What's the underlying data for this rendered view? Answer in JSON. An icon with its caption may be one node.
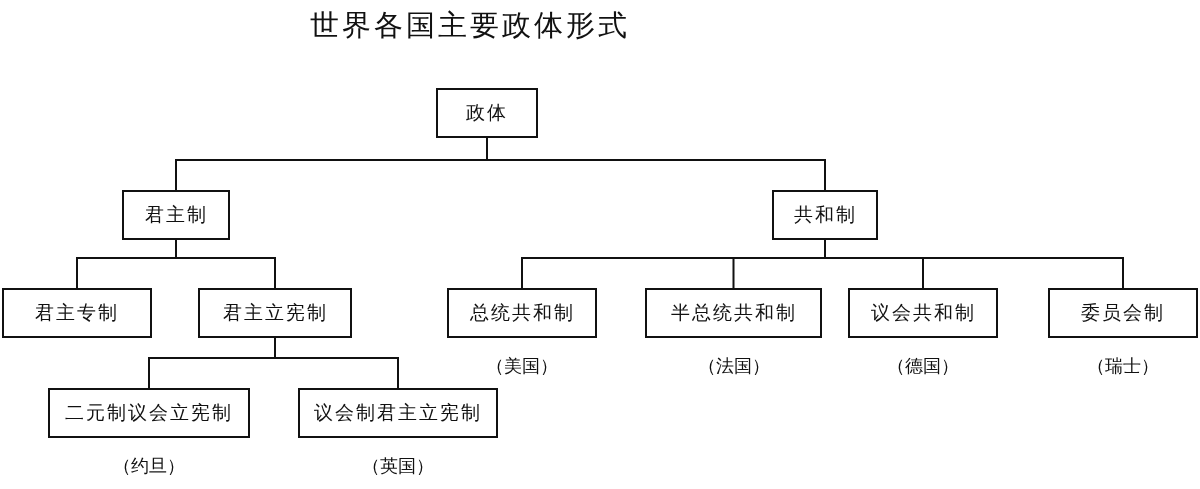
{
  "diagram": {
    "title": "世界各国主要政体形式",
    "nodes": [
      {
        "text": [
          "政体"
        ]
      },
      {
        "text": [
          "君主制"
        ]
      },
      {
        "text": [
          "共和制"
        ]
      },
      {
        "text": [
          "君主专制"
        ]
      },
      {
        "text": [
          "君主立宪制"
        ]
      },
      {
        "text": [
          "二元制议会立宪制"
        ],
        "beside": [
          "（约旦）"
        ]
      },
      {
        "text": [
          "议会制君主立宪制"
        ],
        "beside": [
          "（英国）"
        ]
      },
      {
        "text": [
          "总统共和制"
        ],
        "beside": [
          "（美国）"
        ]
      },
      {
        "text": [
          "半总统共和制"
        ],
        "beside": [
          "（法国）"
        ]
      },
      {
        "text": [
          "议会共和制"
        ],
        "beside": [
          "（德国）"
        ]
      },
      {
        "text": [
          "委员会制"
        ],
        "beside": [
          "（瑞士）"
        ]
      }
    ],
    "edges": [
      {
        "from": 0,
        "to": 1,
        "arrow": "none"
      },
      {
        "from": 0,
        "to": 2,
        "arrow": "none"
      },
      {
        "from": 1,
        "to": 3,
        "arrow": "none"
      },
      {
        "from": 1,
        "to": 4,
        "arrow": "none"
      },
      {
        "from": 4,
        "to": 5,
        "arrow": "none"
      },
      {
        "from": 4,
        "to": 6,
        "arrow": "none"
      },
      {
        "from": 2,
        "to": 7,
        "arrow": "none"
      },
      {
        "from": 2,
        "to": 8,
        "arrow": "none"
      },
      {
        "from": 2,
        "to": 9,
        "arrow": "none"
      },
      {
        "from": 2,
        "to": 10,
        "arrow": "none"
      }
    ]
  }
}
